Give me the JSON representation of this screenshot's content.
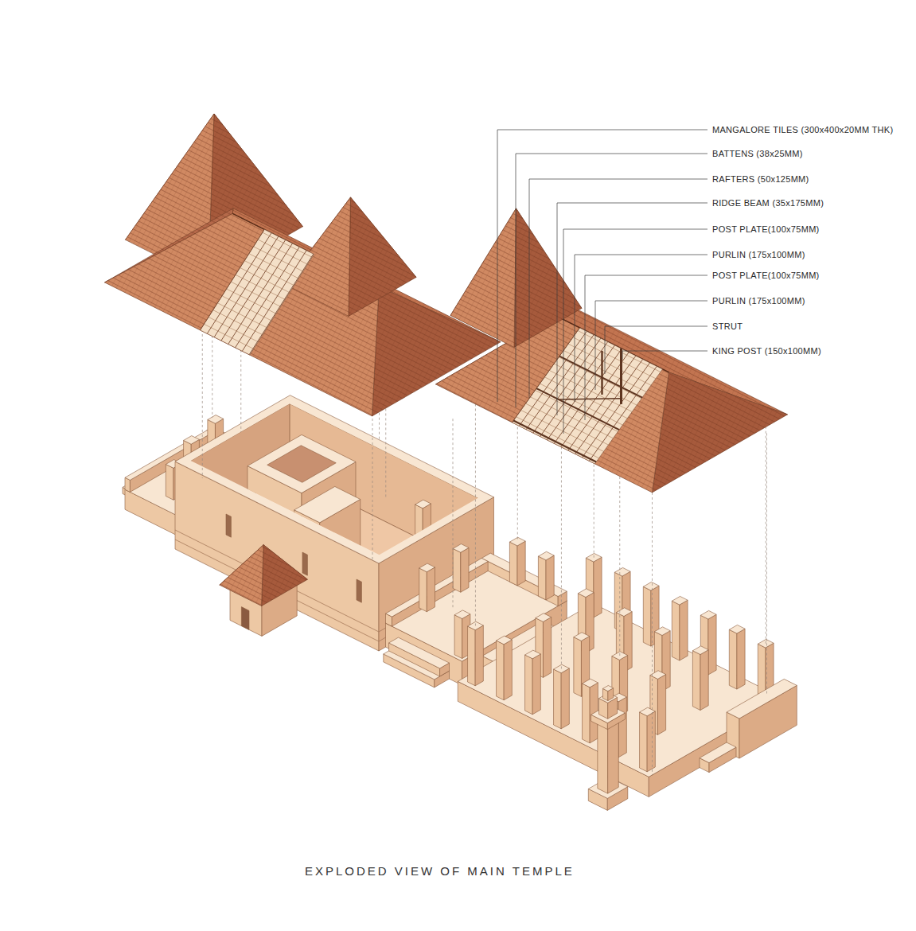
{
  "diagram": {
    "caption": "EXPLODED VIEW OF MAIN TEMPLE",
    "labels": [
      "MANGALORE TILES (300x400x20MM THK)",
      "BATTENS (38x25MM)",
      "RAFTERS (50x125MM)",
      "RIDGE BEAM (35x175MM)",
      "POST PLATE(100x75MM)",
      "PURLIN (175x100MM)",
      "POST PLATE(100x75MM)",
      "PURLIN (175x100MM)",
      "STRUT",
      "KING POST (150x100MM)"
    ]
  }
}
